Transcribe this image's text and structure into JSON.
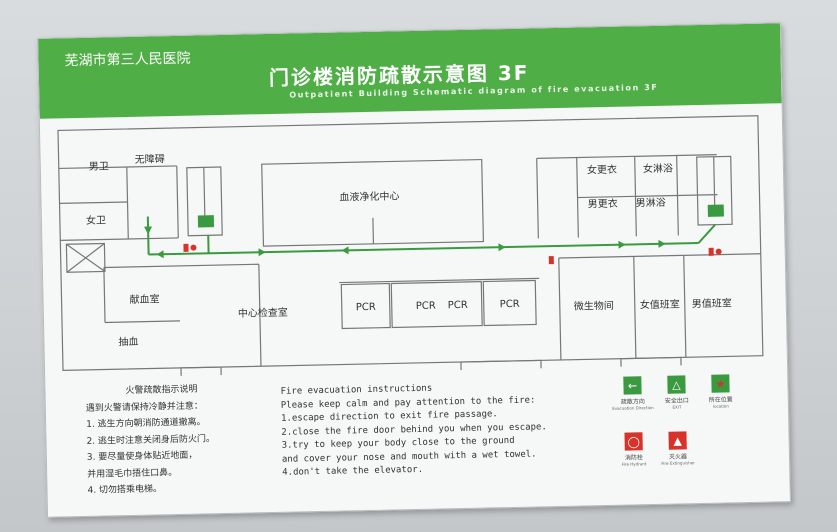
{
  "header": {
    "hospital": "芜湖市第三人民医院",
    "title": "门诊楼消防疏散示意图 3F",
    "subtitle": "Outpatient Building Schematic diagram of fire evacuation 3F"
  },
  "rooms": {
    "male_toilet": "男卫",
    "accessible": "无障碍",
    "female_toilet": "女卫",
    "dialysis": "血液净化中心",
    "female_changing": "女更衣",
    "female_shower": "女淋浴",
    "male_changing": "男更衣",
    "male_shower": "男淋浴",
    "blood_donation": "献血室",
    "central_lab": "中心检查室",
    "blood_draw": "抽血",
    "pcr1": "PCR",
    "pcr2": "PCR",
    "pcr3": "PCR",
    "pcr4": "PCR",
    "microbio": "微生物间",
    "female_duty": "女值班室",
    "male_duty": "男值班室"
  },
  "cn_instructions": {
    "heading": "火警疏散指示说明",
    "lines": [
      "遇到火警请保持冷静并注意：",
      "1. 逃生方向朝消防通道撤离。",
      "2. 逃生时注意关闭身后防火门。",
      "3. 要尽量使身体贴近地面，",
      "   并用湿毛巾捂住口鼻。",
      "4. 切勿搭乘电梯。"
    ]
  },
  "en_instructions": [
    "Fire evacuation instructions",
    "Please keep calm and pay attention to the fire:",
    "1.escape direction to exit fire passage.",
    "2.close the fire door behind you when you escape.",
    "3.try to keep your body close to the ground",
    "  and cover your nose and mouth with a wet towel.",
    "4.don't take the elevator."
  ],
  "legend": {
    "items": [
      {
        "label": "疏散方向",
        "sub": "Evacuation Direction",
        "icon": "arrow-left-icon",
        "color": "#3a9a3f"
      },
      {
        "label": "安全出口",
        "sub": "EXIT",
        "icon": "exit-running-icon",
        "color": "#3a9a3f"
      },
      {
        "label": "所在位置",
        "sub": "location",
        "icon": "star-icon",
        "color": "#3a9a3f"
      },
      {
        "label": "消防栓",
        "sub": "Fire Hydrant",
        "icon": "hydrant-icon",
        "color": "#d8332a"
      },
      {
        "label": "灭火器",
        "sub": "Fire Extinguisher",
        "icon": "extinguisher-icon",
        "color": "#d8332a"
      }
    ]
  },
  "colors": {
    "header_green": "#4fae46",
    "route_green": "#3a9a3f",
    "fire_red": "#d8332a"
  }
}
